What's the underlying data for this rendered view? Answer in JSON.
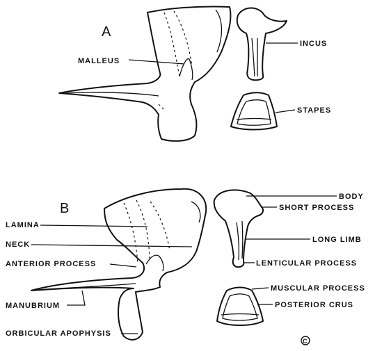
{
  "panels": {
    "a": "A",
    "b": "B"
  },
  "panel_a_labels": {
    "malleus": "MALLEUS",
    "incus": "INCUS",
    "stapes": "STAPES"
  },
  "panel_b_labels": {
    "lamina": "LAMINA",
    "neck": "NECK",
    "anterior_process": "ANTERIOR PROCESS",
    "manubrium": "MANUBRIUM",
    "orbicular_apophysis": "ORBICULAR APOPHYSIS",
    "body": "BODY",
    "short_process": "SHORT PROCESS",
    "long_limb": "LONG LIMB",
    "lenticular_process": "LENTICULAR PROCESS",
    "muscular_process": "MUSCULAR PROCESS",
    "posterior_crus": "POSTERIOR CRUS"
  },
  "copyright_mark": "C"
}
